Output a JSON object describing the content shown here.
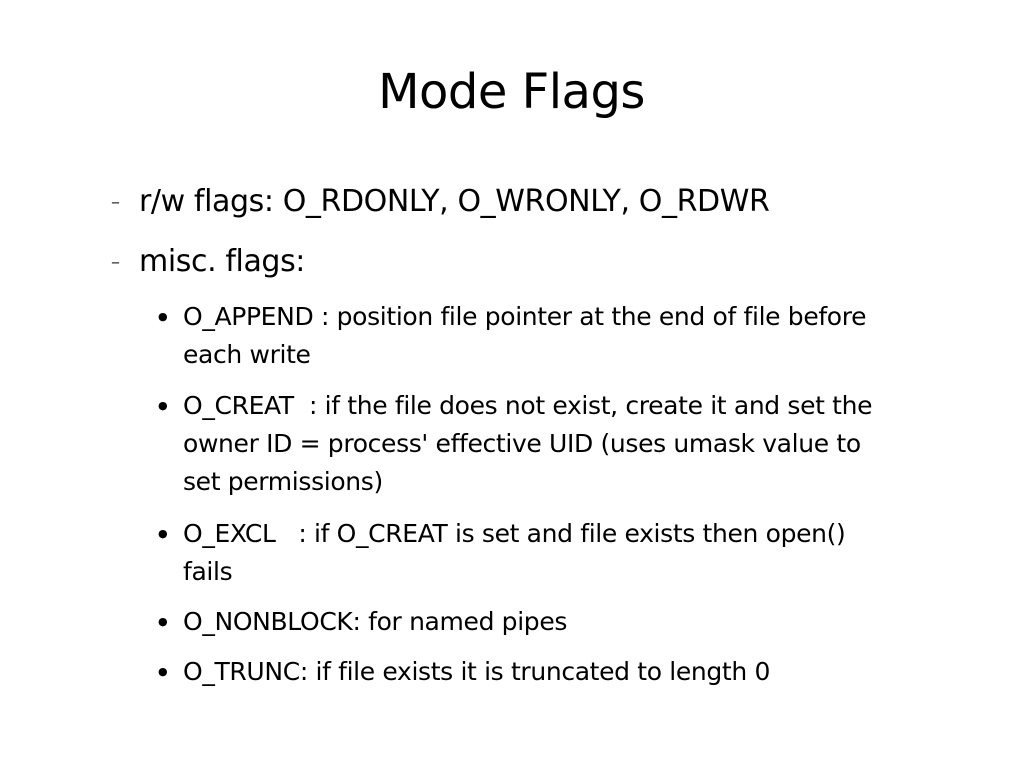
{
  "slide": {
    "title": "Mode Flags",
    "items": [
      {
        "marker": "–",
        "text": "r/w flags: O_RDONLY, O_WRONLY, O_RDWR"
      },
      {
        "marker": "–",
        "text": "misc. flags:"
      }
    ],
    "subitems": [
      {
        "marker": "●",
        "lines": [
          "O_APPEND : position file pointer at the end of file before",
          "each write"
        ]
      },
      {
        "marker": "●",
        "lines": [
          "O_CREAT  : if the file does not exist, create it and set the",
          "owner ID = process' effective UID (uses umask value to",
          "set permissions)"
        ]
      },
      {
        "marker": "●",
        "lines": [
          "O_EXCL   : if O_CREAT is set and file exists then open()",
          "fails"
        ]
      },
      {
        "marker": "●",
        "lines": [
          "O_NONBLOCK: for named pipes"
        ]
      },
      {
        "marker": "●",
        "lines": [
          "O_TRUNC: if file exists it is truncated to length 0"
        ]
      }
    ]
  }
}
